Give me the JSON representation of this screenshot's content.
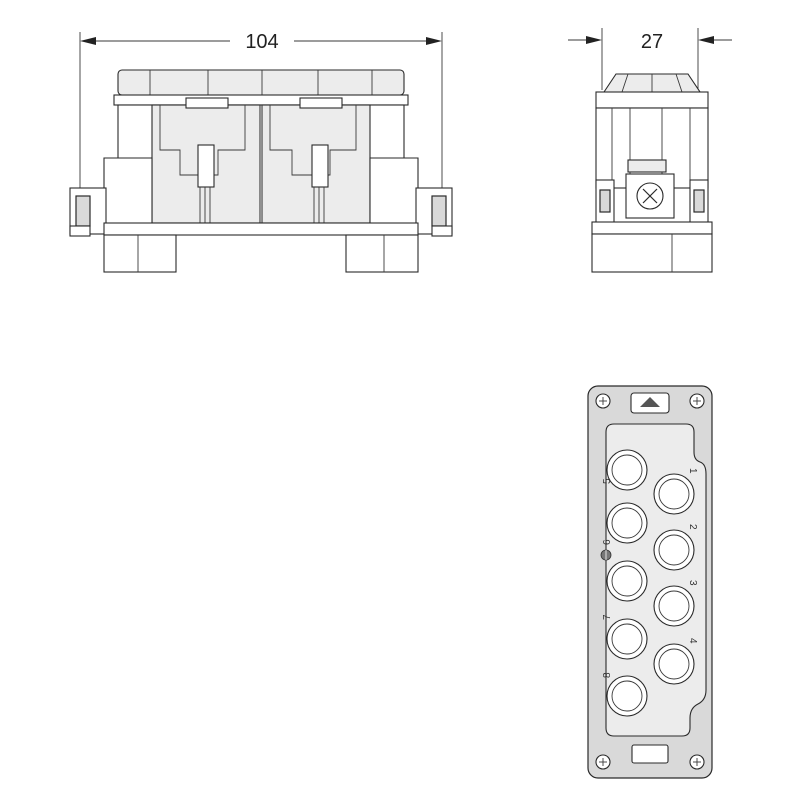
{
  "dimensions": {
    "width_front": "104",
    "width_side": "27"
  },
  "pin_labels": {
    "right_column": [
      "1",
      "2",
      "3",
      "4"
    ],
    "left_column": [
      "5",
      "6",
      "7",
      "8"
    ]
  },
  "icons": {
    "ground": "ground-symbol-icon",
    "screw": "screw-terminal-icon",
    "logo": "manufacturer-logo-icon"
  }
}
